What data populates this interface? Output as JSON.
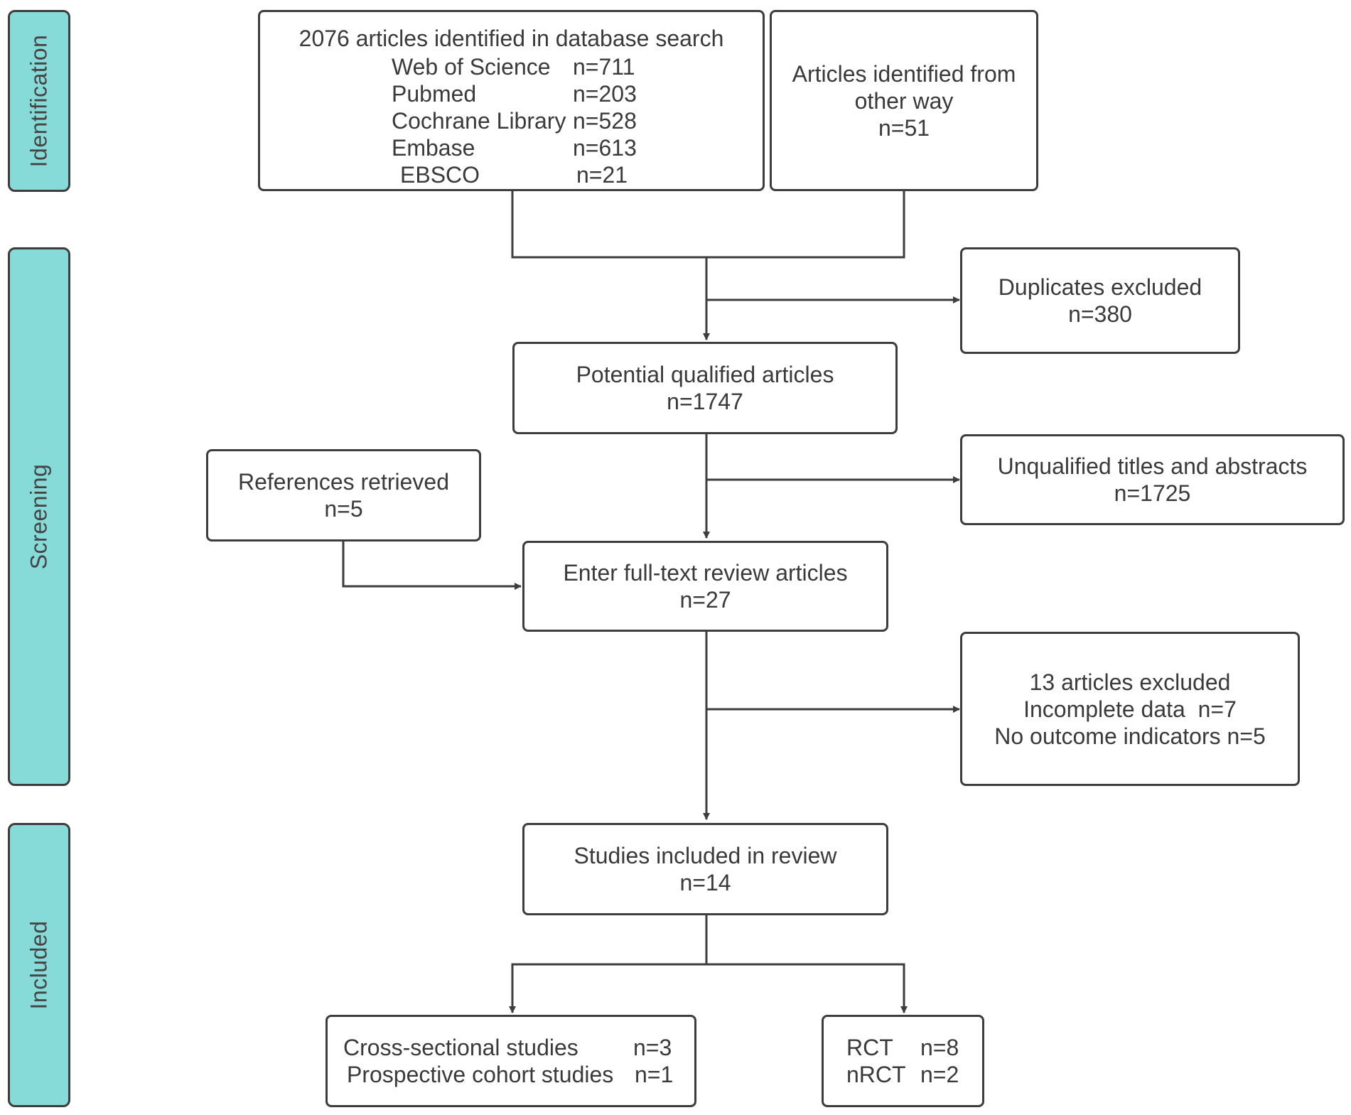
{
  "phases": {
    "identification": "Identification",
    "screening": "Screening",
    "included": "Included"
  },
  "database_search": {
    "title": "2076 articles identified in database search",
    "sources": [
      {
        "name": "Web of Science",
        "count": "n=711"
      },
      {
        "name": "Pubmed",
        "count": "n=203"
      },
      {
        "name": "Cochrane Library",
        "count": "n=528"
      },
      {
        "name": "Embase",
        "count": "n=613"
      },
      {
        "name": "EBSCO",
        "count": "n=21"
      }
    ]
  },
  "other_way": {
    "line1": "Articles identified from",
    "line2": "other way",
    "count": "n=51"
  },
  "duplicates": {
    "label": "Duplicates excluded",
    "count": "n=380"
  },
  "potential": {
    "label": "Potential qualified articles",
    "count": "n=1747"
  },
  "unqualified": {
    "label": "Unqualified titles and abstracts",
    "count": "n=1725"
  },
  "references": {
    "label": "References retrieved",
    "count": "n=5"
  },
  "fulltext": {
    "label": "Enter full-text review articles",
    "count": "n=27"
  },
  "excluded": {
    "title": "13 articles excluded",
    "line1": "Incomplete data  n=7",
    "line2": "No outcome indicators n=5"
  },
  "included_review": {
    "label": "Studies included in review",
    "count": "n=14"
  },
  "observational": {
    "rows": [
      {
        "name": "Cross-sectional studies",
        "count": "n=3"
      },
      {
        "name": "Prospective cohort studies",
        "count": "n=1"
      }
    ]
  },
  "trials": {
    "rows": [
      {
        "name": "RCT",
        "count": "n=8"
      },
      {
        "name": "nRCT",
        "count": "n=2"
      }
    ]
  },
  "colors": {
    "phase_fill": "#86dbd9",
    "stroke": "#3d3d3d",
    "text": "#3a3a3a"
  }
}
